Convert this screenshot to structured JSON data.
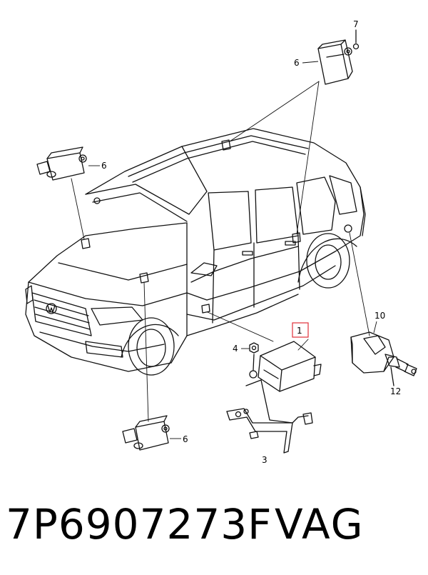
{
  "diagram": {
    "callouts": {
      "c1": "1",
      "c3": "3",
      "c4": "4",
      "c6_top": "6",
      "c6_left": "6",
      "c6_bottom": "6",
      "c7": "7",
      "c10": "10",
      "c12": "12"
    },
    "highlight_color": "#e0303a"
  },
  "footer": {
    "part_number": "7P6907273F",
    "brand": "VAG"
  }
}
